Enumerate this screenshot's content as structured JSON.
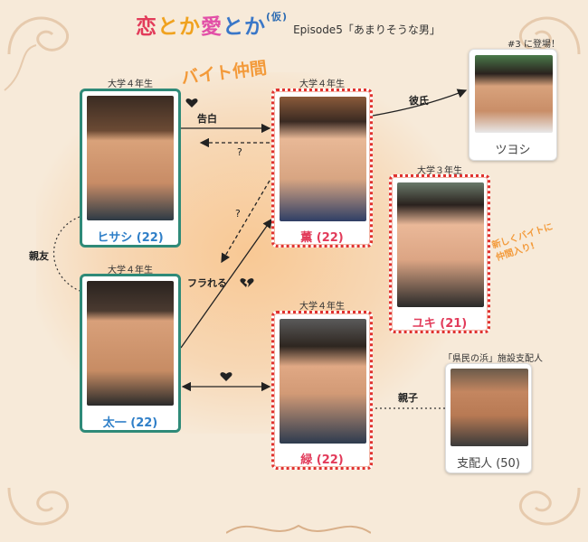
{
  "header": {
    "logo_parts": [
      "恋",
      "とか",
      "愛",
      "とか",
      "(仮)"
    ],
    "episode": "Episode5「あまりそうな男」"
  },
  "group_label": "バイト仲間",
  "people": {
    "hisashi": {
      "caption": "大学４年生",
      "name": "ヒサシ (22)"
    },
    "taichi": {
      "caption": "大学４年生",
      "name": "太一 (22)"
    },
    "kaoru": {
      "caption": "大学４年生",
      "name": "薫 (22)"
    },
    "midori": {
      "caption": "大学４年生",
      "name": "緑 (22)"
    },
    "yuki": {
      "caption": "大学３年生",
      "name": "ユキ (21)"
    },
    "tsuyoshi": {
      "caption": "#3 に登場！",
      "name": "ツヨシ"
    },
    "manager": {
      "caption": "「県民の浜」施設支配人",
      "name": "支配人 (50)"
    }
  },
  "relations": {
    "confess": "告白",
    "unknown1": "?",
    "unknown2": "?",
    "rejected": "フラれる",
    "boyfriend": "彼氏",
    "best_friend": "親友",
    "parent_child": "親子"
  },
  "yuki_note": "新しくバイトに\n仲間入り!",
  "colors": {
    "male_border": "#2f8a78",
    "female_border": "#e0322f",
    "accent": "#f39a3a"
  }
}
